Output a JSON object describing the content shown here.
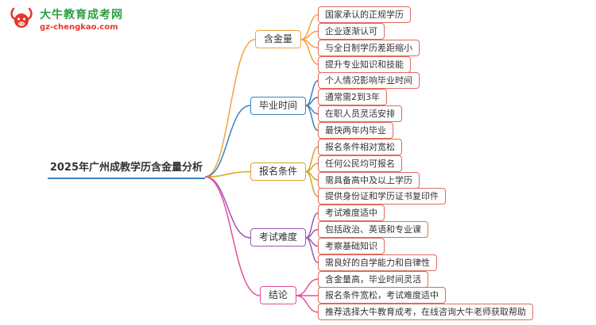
{
  "logo": {
    "site_name": "大牛教育成考网",
    "domain": "gz-chengkao.com"
  },
  "root": {
    "label": "2025年广州成教学历含金量分析"
  },
  "branches": [
    {
      "label": "含金量",
      "color": "#f5a13d",
      "children": [
        "国家承认的正规学历",
        "企业逐渐认可",
        "与全日制学历差距缩小",
        "提升专业知识和技能"
      ]
    },
    {
      "label": "毕业时间",
      "color": "#3e7fc1",
      "children": [
        "个人情况影响毕业时间",
        "通常需2到3年",
        "在职人员灵活安排",
        "最快两年内毕业"
      ]
    },
    {
      "label": "报名条件",
      "color": "#d9a420",
      "children": [
        "报名条件相对宽松",
        "任何公民均可报名",
        "需具备高中及以上学历",
        "提供身份证和学历证书复印件"
      ]
    },
    {
      "label": "考试难度",
      "color": "#9b59b6",
      "children": [
        "考试难度适中",
        "包括政治、英语和专业课",
        "考察基础知识",
        "需良好的自学能力和自律性"
      ]
    },
    {
      "label": "结论",
      "color": "#e84c9c",
      "children": [
        "含金量高，毕业时间灵活",
        "报名条件宽松，考试难度适中",
        "推荐选择大牛教育成考，在线咨询大牛老师获取帮助"
      ]
    }
  ],
  "colors": {
    "leaf_border": "#df6b5d",
    "root_underline": "#3e7fc1",
    "text": "#333333",
    "logo_green": "#2f9e44",
    "logo_red": "#e2382d"
  }
}
